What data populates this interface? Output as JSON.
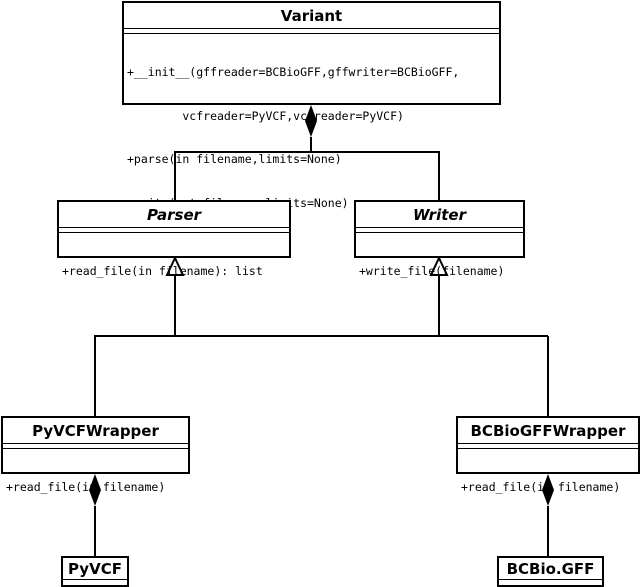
{
  "classes": {
    "variant": {
      "name": "Variant",
      "operations": [
        "+__init__(gffreader=BCBioGFF,gffwriter=BCBioGFF,",
        "        vcfreader=PyVCF,vcfreader=PyVCF)",
        "+parse(in filename,limits=None)",
        "+write(out filename,limits=None)"
      ]
    },
    "parser": {
      "name": "Parser",
      "operations": [
        "+read_file(in filename): list"
      ]
    },
    "writer": {
      "name": "Writer",
      "operations": [
        "+write_file(filename)"
      ]
    },
    "pyvcfwrapper": {
      "name": "PyVCFWrapper",
      "operations": [
        "+read_file(in filename)"
      ]
    },
    "bcbiogffwrapper": {
      "name": "BCBioGFFWrapper",
      "operations": [
        "+read_file(in filename)"
      ]
    },
    "pyvcf": {
      "name": "PyVCF"
    },
    "bcbiogff": {
      "name": "BCBio.GFF"
    }
  }
}
